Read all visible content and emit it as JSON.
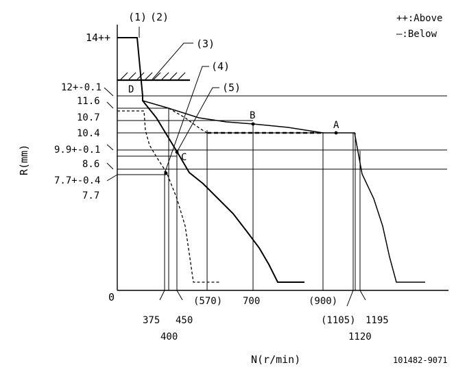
{
  "legend": {
    "above": "++:Above",
    "below": "—:Below"
  },
  "axes": {
    "y_title": "R(mm)",
    "x_title": "N(r/min)",
    "origin": "0",
    "y_ticks": [
      "14++",
      "12+-0.1",
      "11.6",
      "10.7",
      "10.4",
      "9.9+-0.1",
      "8.6",
      "7.7+-0.4",
      "7.7"
    ],
    "x_ticks": [
      "375",
      "400",
      "450",
      "(570)",
      "700",
      "(900)",
      "(1105)",
      "1120",
      "1195"
    ]
  },
  "callouts": [
    "(1)",
    "(2)",
    "(3)",
    "(4)",
    "(5)"
  ],
  "points": [
    "A",
    "B",
    "C",
    "D"
  ],
  "part_number": "101482-9071"
}
